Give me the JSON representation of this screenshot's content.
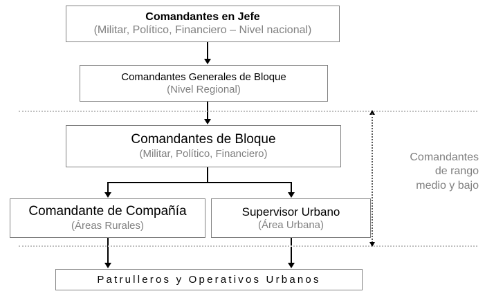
{
  "diagram": {
    "type": "org-chart",
    "language": "es",
    "background": "#ffffff",
    "colors": {
      "box_border": "#808080",
      "title_text": "#000000",
      "subtitle_text": "#808080",
      "connector": "#000000",
      "band_line": "#bfbfbf",
      "annotation_text": "#808080"
    },
    "nodes": [
      {
        "id": "chief",
        "title": "Comandantes en Jefe",
        "subtitle": "(Militar, Político, Financiero – Nivel nacional)",
        "level": 1
      },
      {
        "id": "block-general",
        "title": "Comandantes Generales de Bloque",
        "subtitle": "(Nivel Regional)",
        "level": 2
      },
      {
        "id": "block-commander",
        "title": "Comandantes de Bloque",
        "subtitle": "(Militar, Político, Financiero)",
        "level": 3
      },
      {
        "id": "company",
        "title": "Comandante de Compañía",
        "subtitle": "(Áreas Rurales)",
        "level": 4
      },
      {
        "id": "urban",
        "title": "Supervisor Urbano",
        "subtitle": "(Área Urbana)",
        "level": 4
      },
      {
        "id": "patrollers",
        "title": "Patrulleros y Operativos Urbanos",
        "subtitle": "",
        "level": 5
      }
    ],
    "edges": [
      {
        "from": "chief",
        "to": "block-general"
      },
      {
        "from": "block-general",
        "to": "block-commander"
      },
      {
        "from": "block-commander",
        "to": "company"
      },
      {
        "from": "block-commander",
        "to": "urban"
      },
      {
        "from": "company",
        "to": "patrollers"
      },
      {
        "from": "urban",
        "to": "patrollers"
      }
    ],
    "annotation": {
      "line1": "Comandantes",
      "line2": "de rango",
      "line3": "medio y bajo",
      "covers": [
        "block-commander",
        "company",
        "urban"
      ]
    }
  }
}
